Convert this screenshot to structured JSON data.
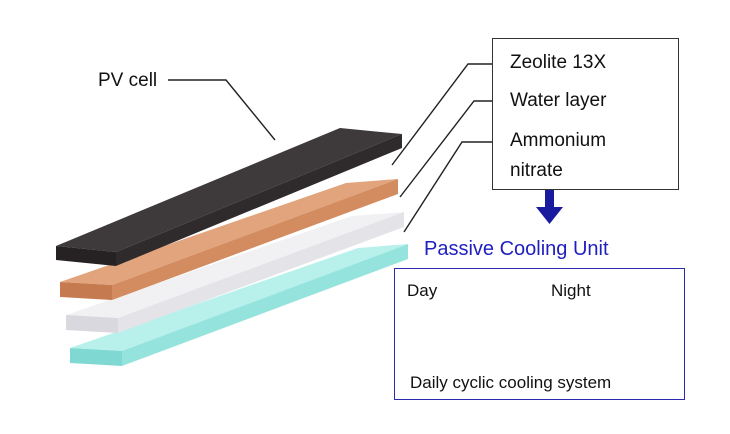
{
  "labels": {
    "pv_cell": "PV cell",
    "zeolite": "Zeolite 13X",
    "water_layer": "Water layer",
    "ammonium_line1": "Ammonium",
    "ammonium_line2": "nitrate"
  },
  "cooling_unit": {
    "title": "Passive Cooling Unit",
    "day": "Day",
    "night": "Night",
    "caption": "Daily cyclic cooling system"
  },
  "colors": {
    "pv_cell": "#3a3537",
    "zeolite": "#d9926a",
    "water": "#e6e6ea",
    "ammonium": "#a8ece6",
    "title_blue": "#1f1fbf",
    "arrow_blue": "#1f6fe8",
    "arrow_red": "#e8201a"
  },
  "icons": [
    "down-arrow-icon",
    "up-arrow-icon"
  ]
}
